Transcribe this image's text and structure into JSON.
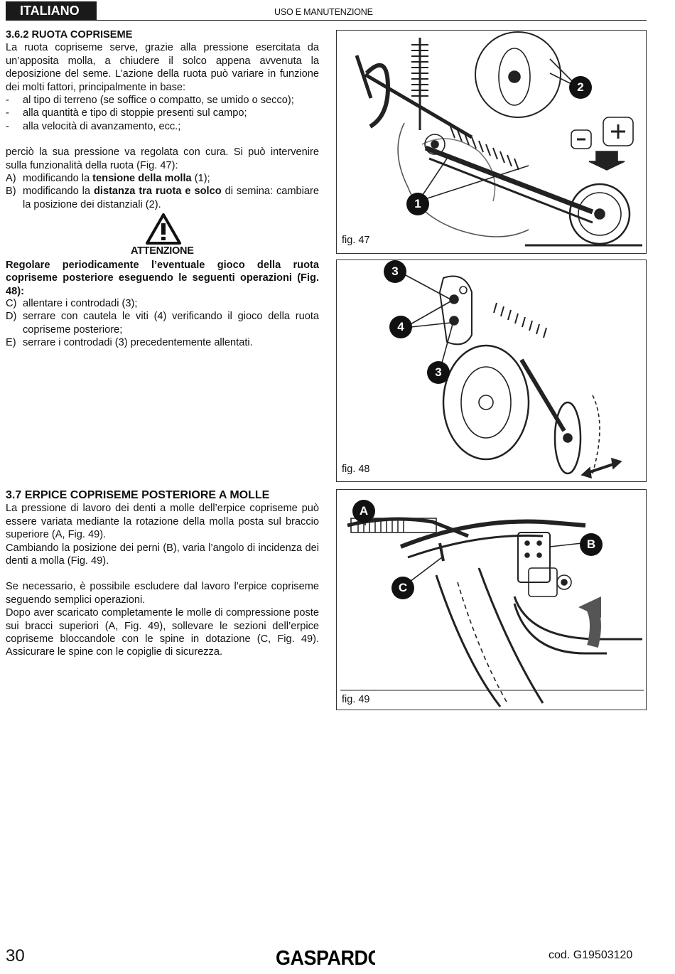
{
  "header": {
    "language": "ITALIANO",
    "section": "USO E MANUTENZIONE"
  },
  "section_362": {
    "title": "3.6.2 RUOTA COPRISEME",
    "intro": "La ruota copriseme serve, grazie alla pressione esercitata da un’apposita molla, a chiudere il solco appena avvenuta la deposizione del seme. L’azione della ruota può variare in funzione dei molti fattori, principalmente in base:",
    "factors": [
      {
        "marker": "-",
        "text": "al tipo di terreno (se soffice o compatto, se umido o secco);"
      },
      {
        "marker": "-",
        "text": "alla quantità e tipo di stoppie presenti sul campo;"
      },
      {
        "marker": "-",
        "text": "alla velocità di avanzamento, ecc.;"
      }
    ],
    "regulation": "perciò la sua pressione va regolata con cura. Si può intervenire sulla funzionalità della ruota (Fig. 47):",
    "options": [
      {
        "marker": "A)",
        "pre": "modificando la ",
        "bold": "tensione della molla",
        "post": " (1);"
      },
      {
        "marker": "B)",
        "pre": "modificando la ",
        "bold": "distanza tra ruota e solco",
        "post": " di semina: cambiare la posizione dei distanziali (2)."
      }
    ]
  },
  "warning": {
    "title": "ATTENZIONE",
    "text": "Regolare periodicamente l’eventuale gioco della ruota copriseme posteriore eseguendo le seguenti operazioni (Fig. 48):",
    "steps": [
      {
        "marker": "C)",
        "text": "allentare i controdadi (3);"
      },
      {
        "marker": "D)",
        "text": "serrare con cautela le viti (4) verificando il gioco della ruota copriseme posteriore;"
      },
      {
        "marker": "E)",
        "text": "serrare i controdadi (3) precedentemente allentati."
      }
    ]
  },
  "section_37": {
    "title": "3.7 ERPICE COPRISEME POSTERIORE A MOLLE",
    "p1": "La pressione di lavoro dei denti a molle dell’erpice copriseme può essere variata mediante la rotazione della molla posta sul braccio superiore (A, Fig. 49).",
    "p2": "Cambiando la posizione dei perni (B), varia l’angolo di incidenza dei denti a molla (Fig. 49).",
    "p3": "Se necessario, è possibile escludere dal lavoro l’erpice copriseme seguendo semplici operazioni.",
    "p4": "Dopo aver scaricato completamente le molle di compressione poste sui bracci superiori (A, Fig. 49), sollevare le sezioni dell’erpice copriseme bloccandole con le spine in dotazione (C, Fig. 49). Assicurare le spine con le copiglie di sicurezza."
  },
  "figures": {
    "fig47": {
      "caption": "fig. 47",
      "callouts": [
        "1",
        "2"
      ]
    },
    "fig48": {
      "caption": "fig. 48",
      "callouts": [
        "3",
        "4",
        "3"
      ]
    },
    "fig49": {
      "caption": "fig. 49",
      "callouts": [
        "A",
        "B",
        "C"
      ]
    }
  },
  "footer": {
    "page_number": "30",
    "brand": "GASPARDO",
    "code": "cod.  G19503120"
  }
}
